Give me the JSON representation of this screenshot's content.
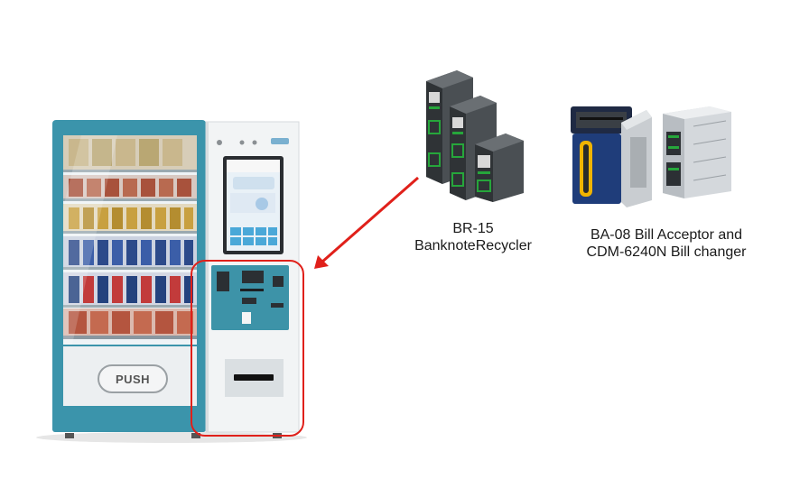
{
  "vending_machine": {
    "push_label": "PUSH"
  },
  "products": {
    "recycler": {
      "model": "BR-15",
      "name": "BanknoteRecycler"
    },
    "acceptor": {
      "line1": "BA-08 Bill Acceptor and",
      "line2": "CDM-6240N Bill changer"
    }
  },
  "colors": {
    "machine_teal": "#2f8fa6",
    "highlight_red": "#e0201a"
  }
}
